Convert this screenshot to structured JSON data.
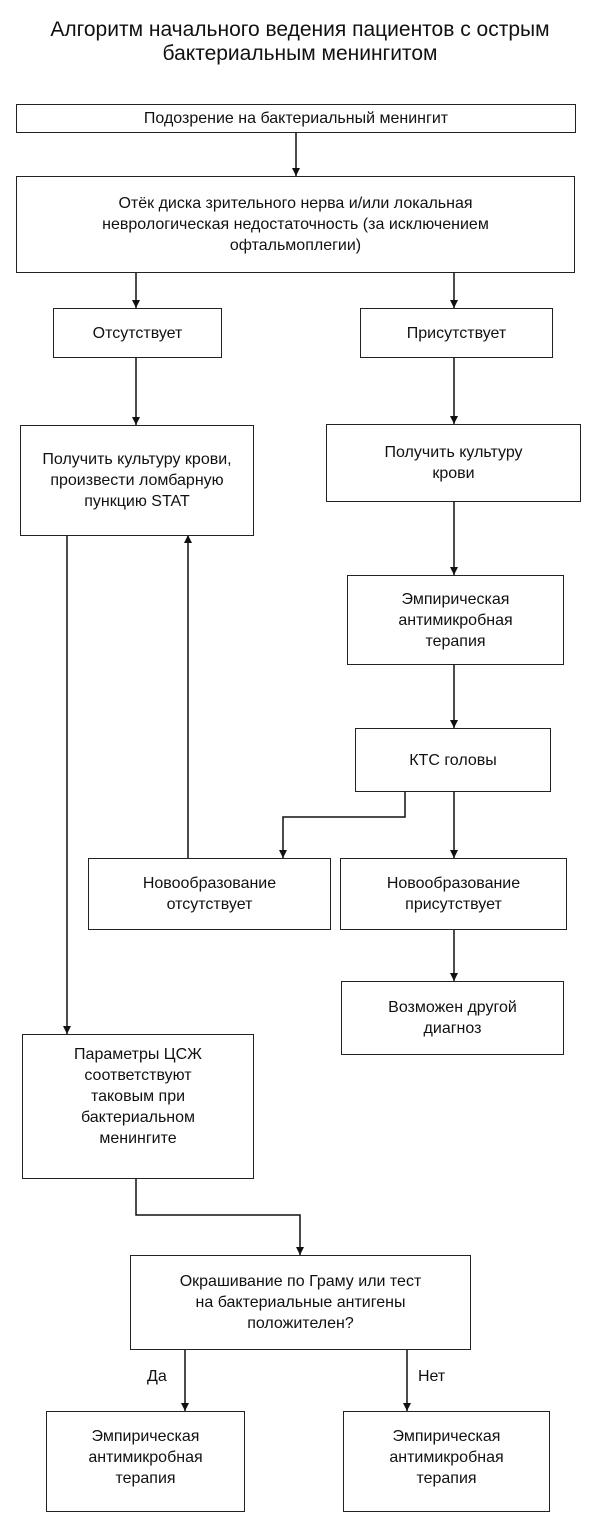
{
  "title": "Алгоритм начального ведения пациентов с острым бактериальным менингитом",
  "nodes": {
    "suspicion": "Подозрение на бактериальный менингит",
    "papilledema": "Отёк диска зрительного нерва и/или локальная неврологическая недостаточность (за исключением офтальмоплегии)",
    "absent": "Отсутствует",
    "present": "Присутствует",
    "culture_lp": "Получить культуру крови, произвести ломбарную пункцию STAT",
    "culture_blood": "Получить культуру крови",
    "empiric_1": "Эмпирическая антимикробная терапия",
    "ct_head": "КТС головы",
    "mass_absent": "Новообразование отсутствует",
    "mass_present": "Новообразование присутствует",
    "other_dx": "Возможен другой диагноз",
    "csf_params": "Параметры ЦСЖ соответствуют таковым при бактериальном менингите",
    "gram": "Окрашивание по Граму или тест на бактериальные антигены положителен?",
    "empiric_yes": "Эмпирическая антимикробная терапия",
    "empiric_no": "Эмпирическая антимикробная терапия"
  },
  "edge_labels": {
    "yes": "Да",
    "no": "Нет"
  }
}
